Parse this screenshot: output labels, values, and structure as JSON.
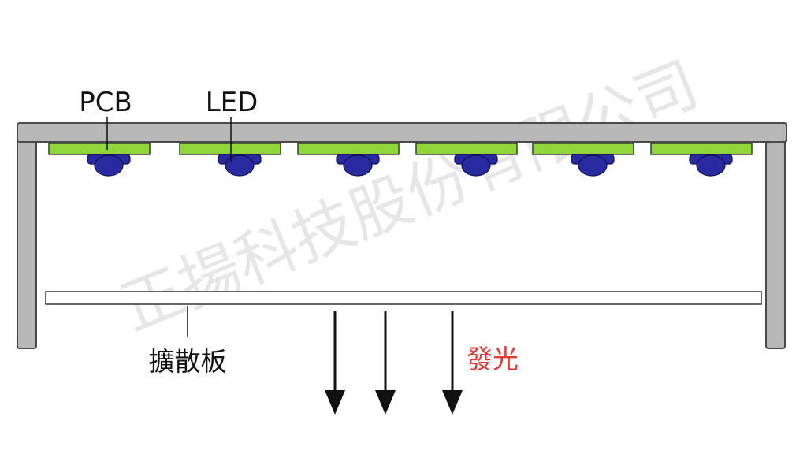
{
  "labels": {
    "pcb": "PCB",
    "led": "LED",
    "diffuser": "擴散板",
    "emit": "發光"
  },
  "watermark": "正揚科技股份有限公司",
  "led_count": 6,
  "light_arrow_count": 3,
  "colors": {
    "frame_fill": "#b8b8b8",
    "frame_stroke": "#4a4a4a",
    "pcb_fill": "#8fd63a",
    "led_fill": "#2a2aa0",
    "emit_label": "#e53935",
    "watermark": "#cfcfcf"
  }
}
